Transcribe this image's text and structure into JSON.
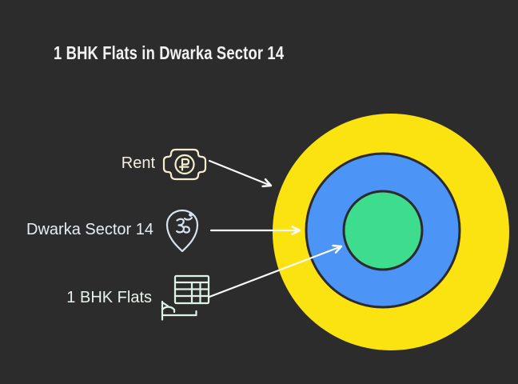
{
  "title": "1 BHK Flats in Dwarka Sector 14",
  "colors": {
    "background": "#2c2c2c",
    "title_text": "#f2f2f2",
    "arrow": "#fafafa",
    "ring_outline": "#2b2b2b"
  },
  "diagram": {
    "type": "concentric-rings",
    "rings": [
      {
        "position": "outer",
        "label": "Rent",
        "color": "#fbe211"
      },
      {
        "position": "middle",
        "label": "Dwarka Sector 14",
        "color": "#4d94f7"
      },
      {
        "position": "inner",
        "label": "1 BHK Flats",
        "color": "#3edc8e"
      }
    ]
  },
  "legend": [
    {
      "text": "Rent",
      "icon": "banknote-ruble-icon",
      "text_color": "#f3efe0",
      "icon_color": "#f5eecf"
    },
    {
      "text": "Dwarka Sector 14",
      "icon": "map-pin-om-icon",
      "text_color": "#e8edf5",
      "icon_color": "#d9e3ef"
    },
    {
      "text": "1 BHK Flats",
      "icon": "building-bed-icon",
      "text_color": "#e7f3eb",
      "icon_color": "#dff2e6"
    }
  ]
}
